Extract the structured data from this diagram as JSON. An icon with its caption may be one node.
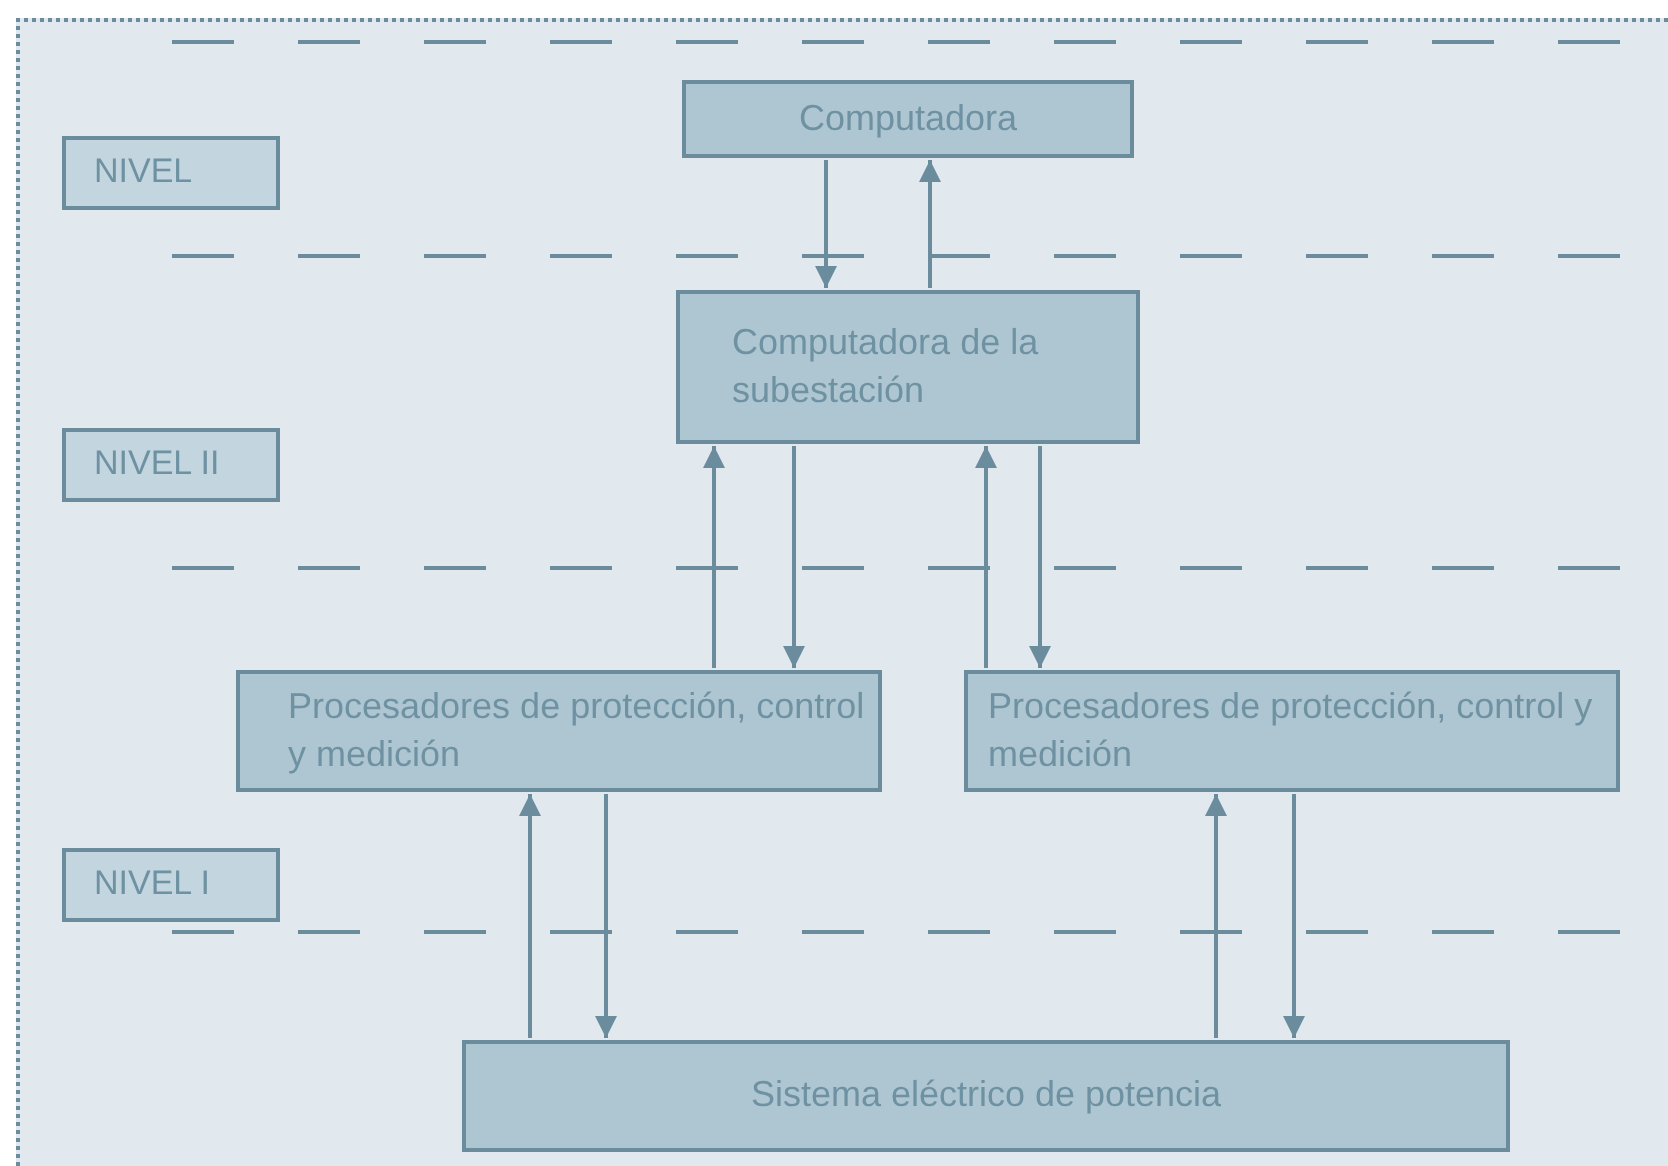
{
  "diagram": {
    "nodes": [
      {
        "text": [
          "NIVEL"
        ]
      },
      {
        "text": [
          "Computadora"
        ]
      },
      {
        "text": [
          "NIVEL II"
        ]
      },
      {
        "text": [
          "Computadora de la subestación"
        ]
      },
      {
        "text": [
          "Procesadores de protección, control y medición"
        ]
      },
      {
        "text": [
          "Procesadores de protección, control y medición"
        ]
      },
      {
        "text": [
          "NIVEL I"
        ]
      },
      {
        "text": [
          "Sistema eléctrico de potencia"
        ]
      }
    ],
    "edges": [
      {
        "from": 1,
        "to": 3,
        "arrow": "to"
      },
      {
        "from": 3,
        "to": 1,
        "arrow": "to"
      },
      {
        "from": 4,
        "to": 3,
        "arrow": "to"
      },
      {
        "from": 3,
        "to": 4,
        "arrow": "to"
      },
      {
        "from": 5,
        "to": 3,
        "arrow": "to"
      },
      {
        "from": 3,
        "to": 5,
        "arrow": "to"
      },
      {
        "from": 7,
        "to": 4,
        "arrow": "to"
      },
      {
        "from": 4,
        "to": 7,
        "arrow": "to"
      },
      {
        "from": 7,
        "to": 5,
        "arrow": "to"
      },
      {
        "from": 5,
        "to": 7,
        "arrow": "to"
      }
    ]
  }
}
